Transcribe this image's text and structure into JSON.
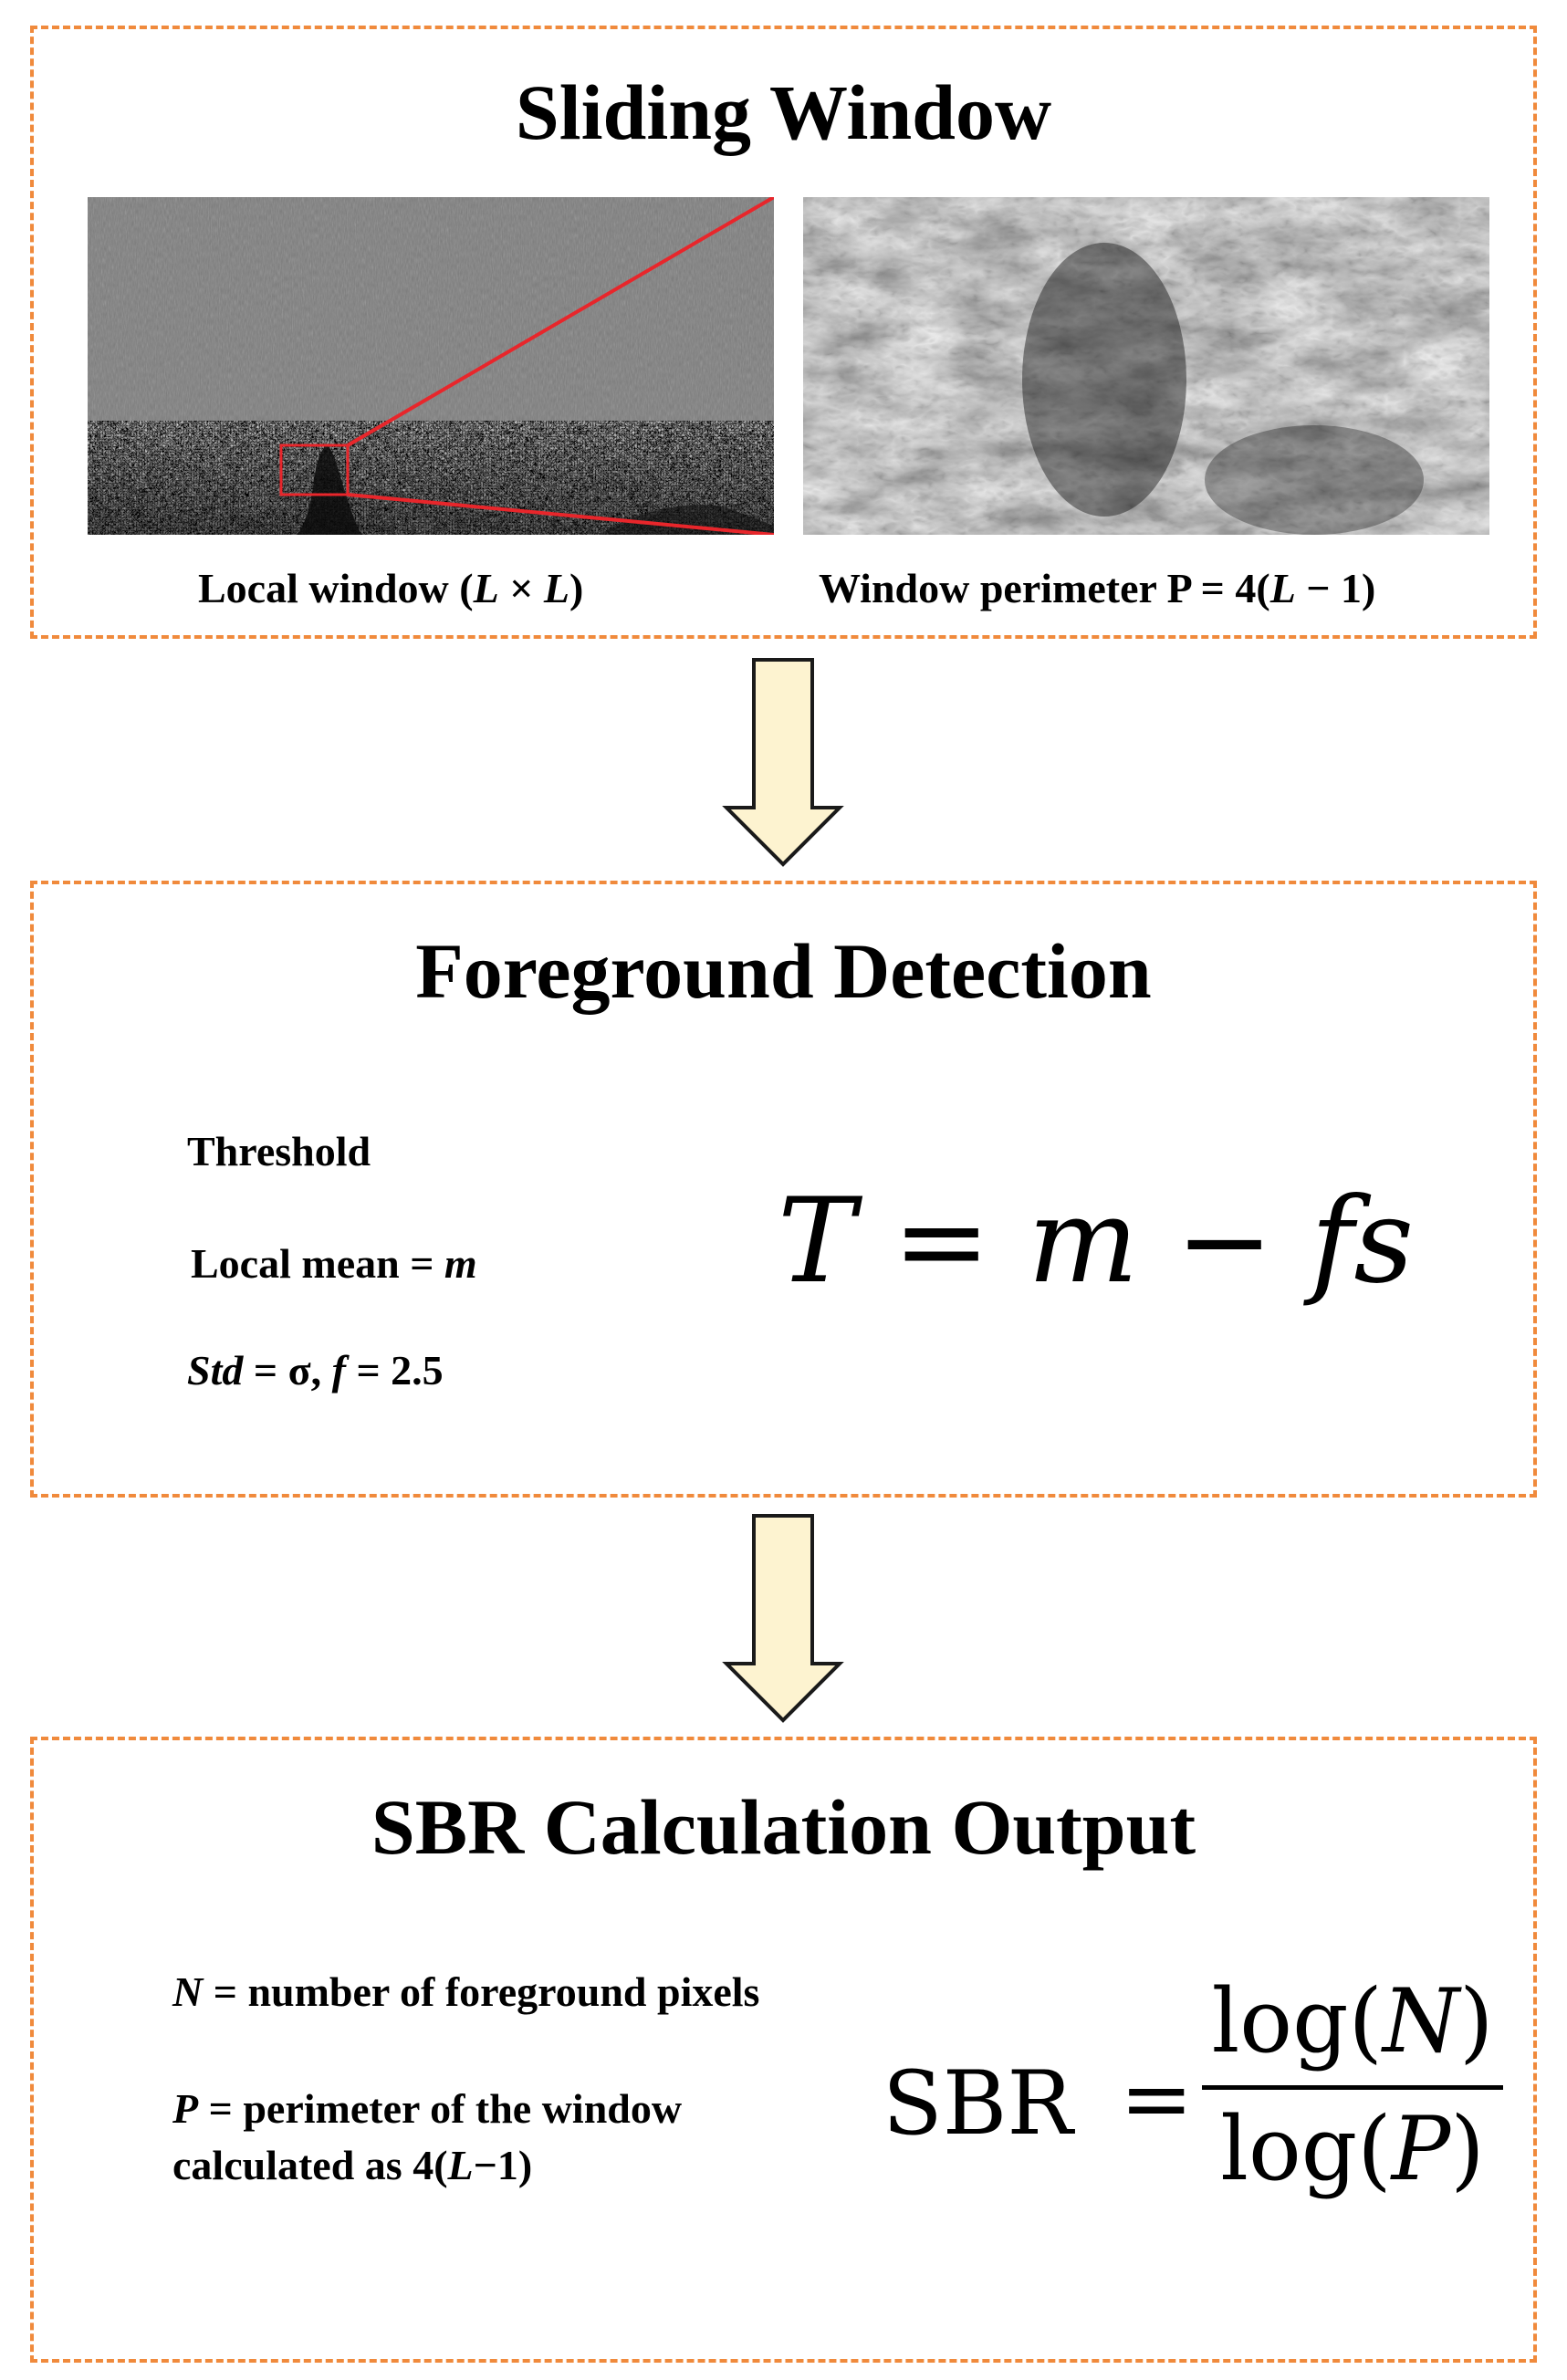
{
  "panels": [
    {
      "title": "Sliding Window",
      "captions": {
        "left": {
          "pre": "Local window (",
          "var1": "L",
          "mid": " × ",
          "var2": "L",
          "post": ")"
        },
        "right": {
          "pre": "Window perimeter P = 4(",
          "var": "L",
          "post": " − 1)"
        }
      }
    },
    {
      "title": "Foreground Detection",
      "threshold_label": "Threshold",
      "local_mean": {
        "pre": "Local mean = ",
        "var": "m"
      },
      "std_line": {
        "var1": "Std",
        "mid1": " = σ, ",
        "var2": "f",
        "post": " = 2.5"
      },
      "equation": {
        "lhs": "T",
        "eq": " = ",
        "m": "m",
        "minus": " − ",
        "fs": "fs"
      }
    },
    {
      "title": "SBR Calculation Output",
      "n_def": {
        "var": "N",
        "text": " = number of foreground pixels"
      },
      "p_def": {
        "var": "P",
        "text": " = perimeter of the window",
        "line2_pre": "calculated  as 4(",
        "line2_var": "L",
        "line2_post": "−1)"
      },
      "equation": {
        "lhs": "SBR",
        "eq": "=",
        "num_fn": "log(",
        "num_var": "N",
        "num_close": ")",
        "den_fn": "log(",
        "den_var": "P",
        "den_close": ")"
      }
    }
  ],
  "colors": {
    "panel_border": "#f08a3c",
    "arrow_fill": "#fdf3d0",
    "arrow_stroke": "#1a1a1a",
    "zoom_lines": "#e8262b"
  }
}
